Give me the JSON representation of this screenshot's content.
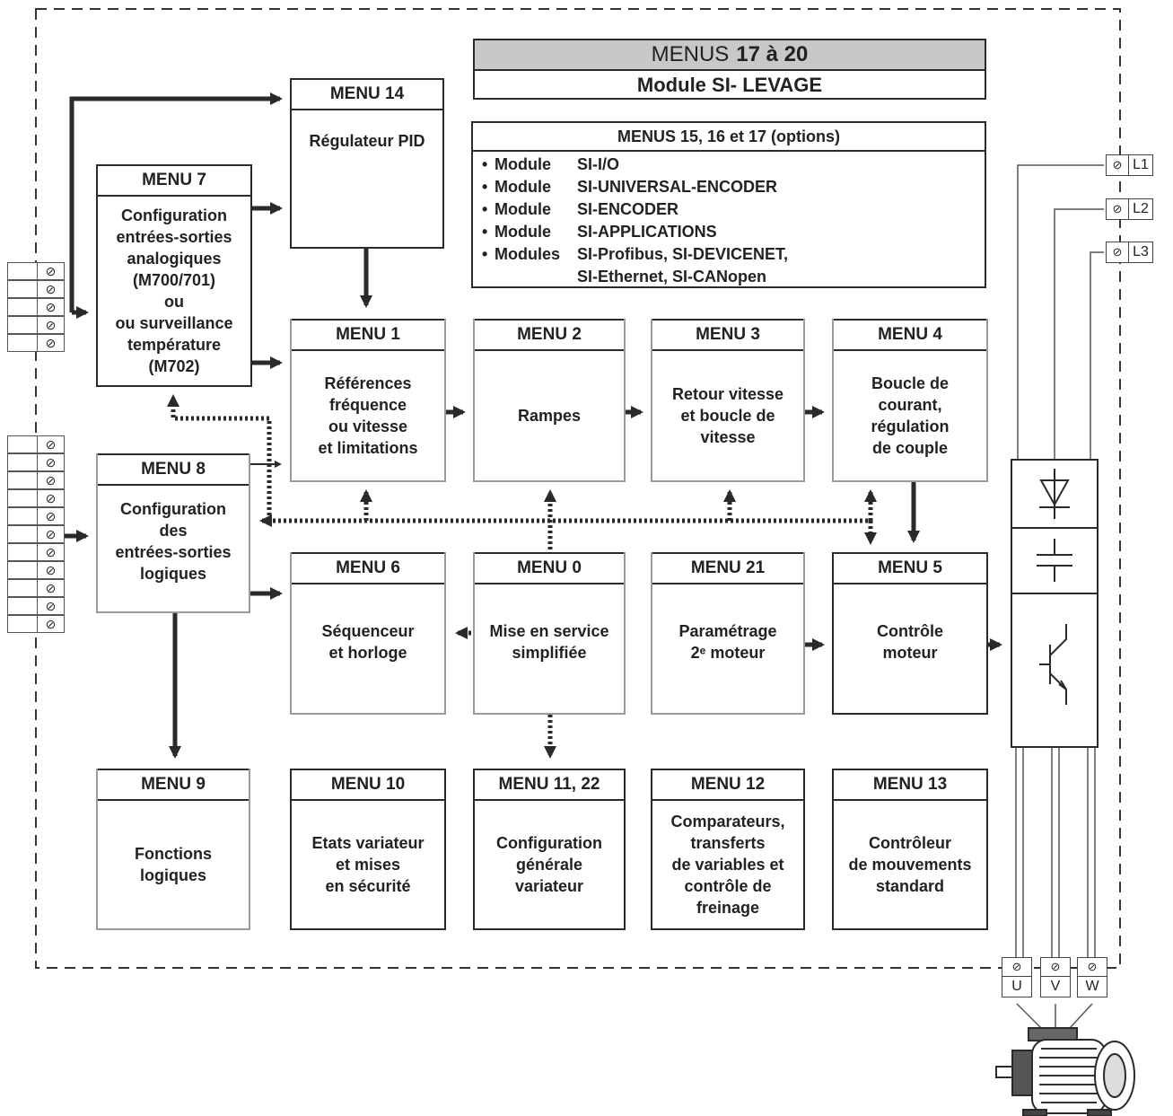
{
  "header": {
    "menus_title_a": "MENUS",
    "menus_title_b": "17 à 20",
    "module_title": "Module SI- LEVAGE"
  },
  "options": {
    "title": "MENUS 15, 16 et 17 (options)",
    "items": [
      {
        "bullet": "•",
        "kind": "Module",
        "value": "SI-I/O"
      },
      {
        "bullet": "•",
        "kind": "Module",
        "value": "SI-UNIVERSAL-ENCODER"
      },
      {
        "bullet": "•",
        "kind": "Module",
        "value": "SI-ENCODER"
      },
      {
        "bullet": "•",
        "kind": "Module",
        "value": "SI-APPLICATIONS"
      },
      {
        "bullet": "•",
        "kind": "Modules",
        "value": "SI-Profibus, SI-DEVICENET,\nSI-Ethernet, SI-CANopen"
      }
    ]
  },
  "menus": {
    "m14": {
      "title": "MENU 14",
      "body": "Régulateur PID"
    },
    "m7": {
      "title": "MENU 7",
      "body": "Configuration\nentrées-sorties\nanalogiques\n(M700/701)\nou\nou surveillance\ntempérature\n(M702)"
    },
    "m1": {
      "title": "MENU 1",
      "body": "Références\nfréquence\nou vitesse\net limitations"
    },
    "m2": {
      "title": "MENU 2",
      "body": "Rampes"
    },
    "m3": {
      "title": "MENU 3",
      "body": "Retour vitesse\net boucle de\nvitesse"
    },
    "m4": {
      "title": "MENU 4",
      "body": "Boucle de\ncourant,\nrégulation\nde couple"
    },
    "m8": {
      "title": "MENU 8",
      "body": "Configuration\ndes\nentrées-sorties\nlogiques"
    },
    "m6": {
      "title": "MENU 6",
      "body": "Séquenceur\net horloge"
    },
    "m0": {
      "title": "MENU 0",
      "body": "Mise en service\nsimplifiée"
    },
    "m21": {
      "title": "MENU 21",
      "body": "Paramétrage\n2ᵉ moteur"
    },
    "m5": {
      "title": "MENU 5",
      "body": "Contrôle\nmoteur"
    },
    "m9": {
      "title": "MENU 9",
      "body": "Fonctions\nlogiques"
    },
    "m10": {
      "title": "MENU 10",
      "body": "Etats variateur\net mises\nen sécurité"
    },
    "m11": {
      "title": "MENU 11, 22",
      "body": "Configuration\ngénérale\nvariateur"
    },
    "m12": {
      "title": "MENU 12",
      "body": "Comparateurs,\ntransferts\nde variables et\ncontrôle de\nfreinage"
    },
    "m13": {
      "title": "MENU 13",
      "body": "Contrôleur\nde mouvements\nstandard"
    }
  },
  "terminal_symbol": "⊘",
  "power_in": [
    "L1",
    "L2",
    "L3"
  ],
  "power_out": [
    "U",
    "V",
    "W"
  ]
}
